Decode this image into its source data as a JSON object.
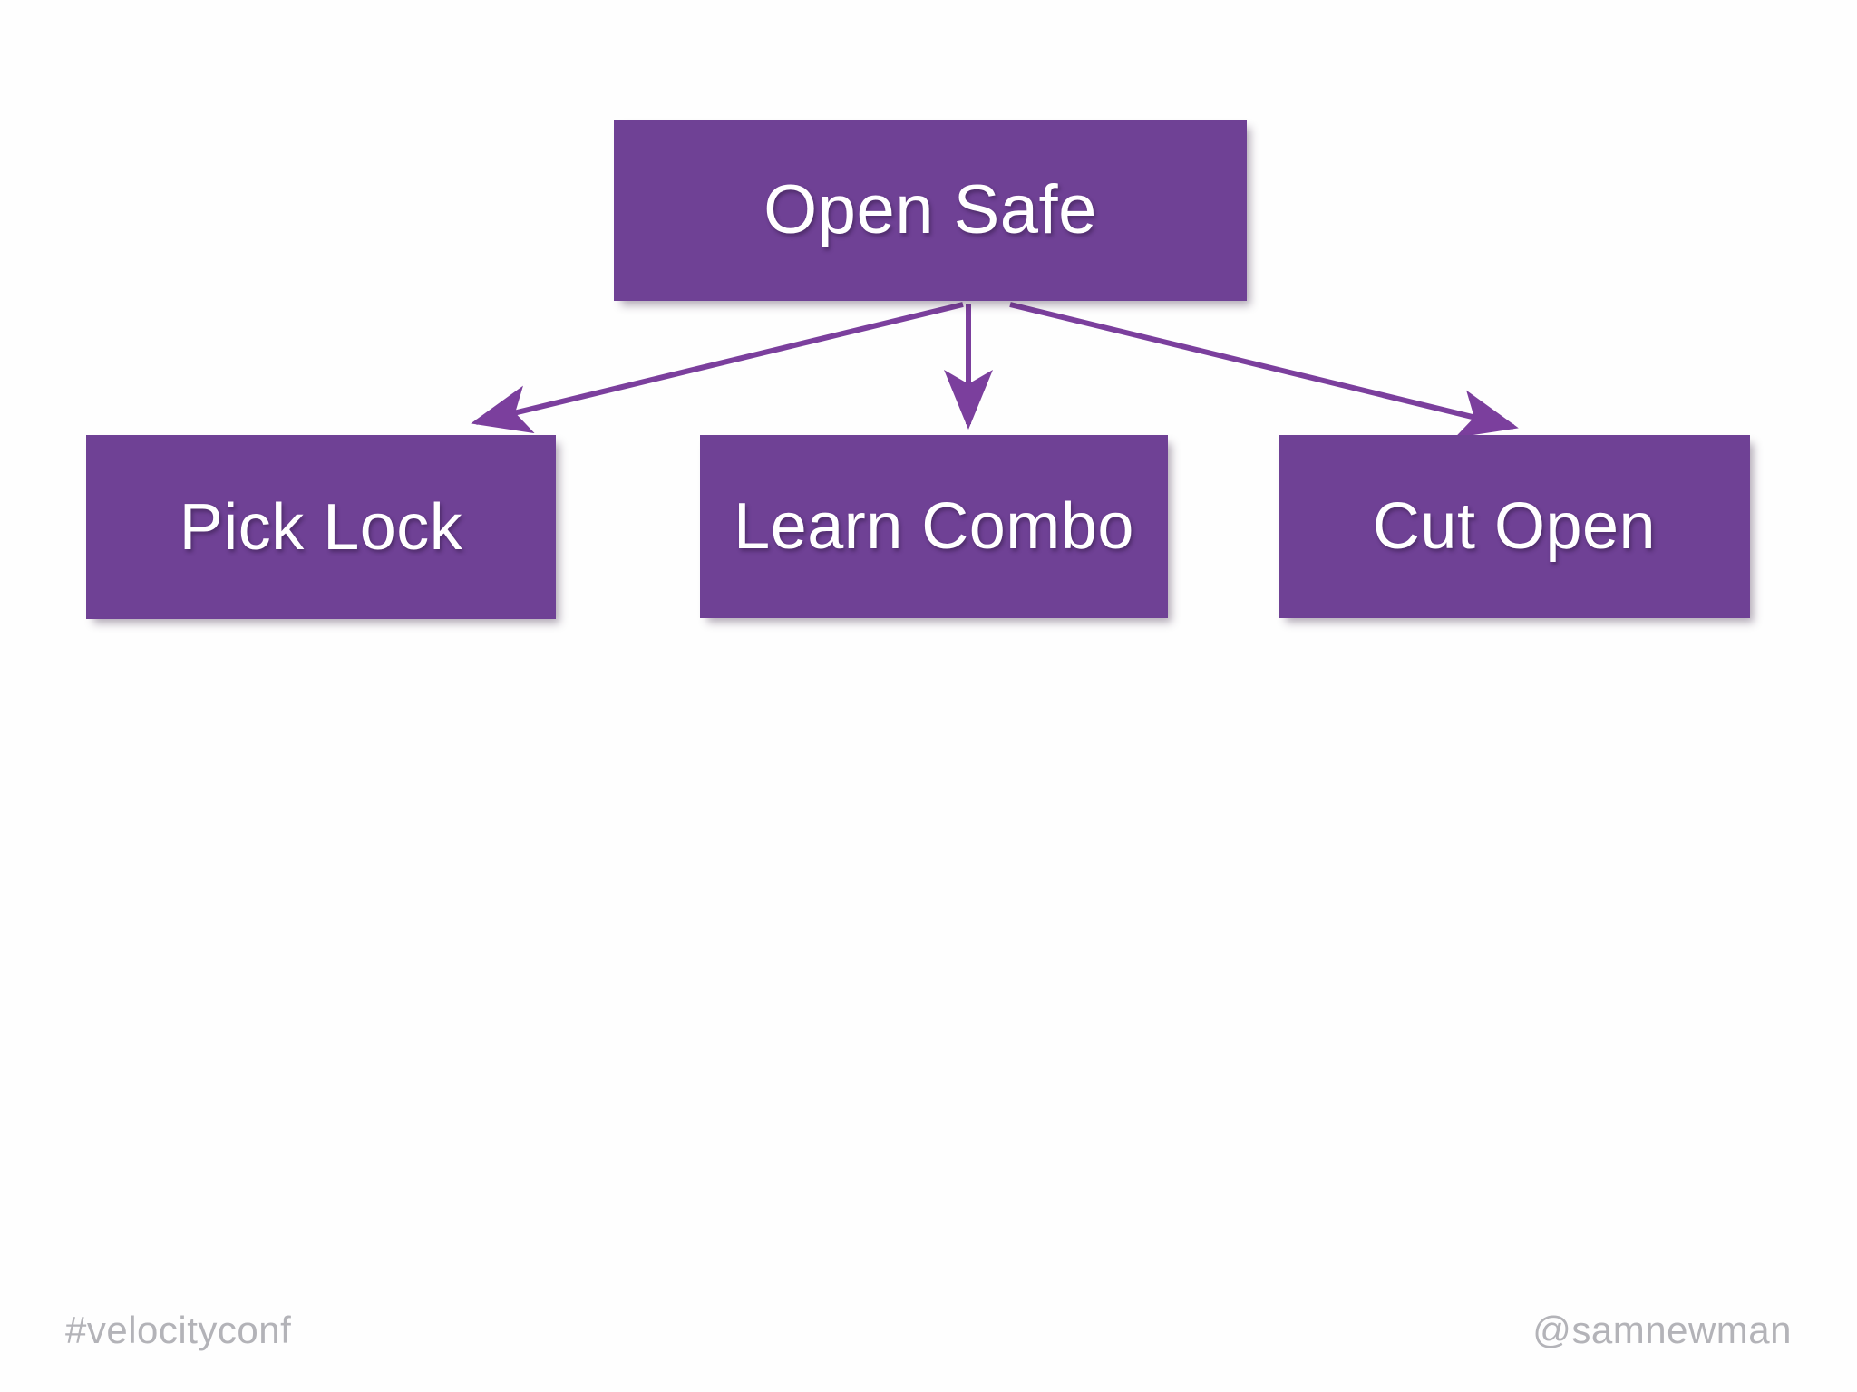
{
  "slide": {
    "background_color": "#fefefe",
    "node_fill_color": "#6f4195",
    "node_text_color": "#ffffff",
    "arrow_color": "#7b3f9d",
    "footer_text_color": "#b3b3b8"
  },
  "diagram": {
    "type": "attack-tree",
    "root": {
      "id": "open-safe",
      "label": "Open Safe"
    },
    "children": [
      {
        "id": "pick-lock",
        "label": "Pick Lock"
      },
      {
        "id": "learn-combo",
        "label": "Learn Combo"
      },
      {
        "id": "cut-open",
        "label": "Cut Open"
      }
    ],
    "edges": [
      {
        "from": "open-safe",
        "to": "pick-lock",
        "style": "arrow"
      },
      {
        "from": "open-safe",
        "to": "learn-combo",
        "style": "arrow"
      },
      {
        "from": "open-safe",
        "to": "cut-open",
        "style": "arrow"
      }
    ]
  },
  "footer": {
    "hashtag": "#velocityconf",
    "handle": "@samnewman"
  }
}
